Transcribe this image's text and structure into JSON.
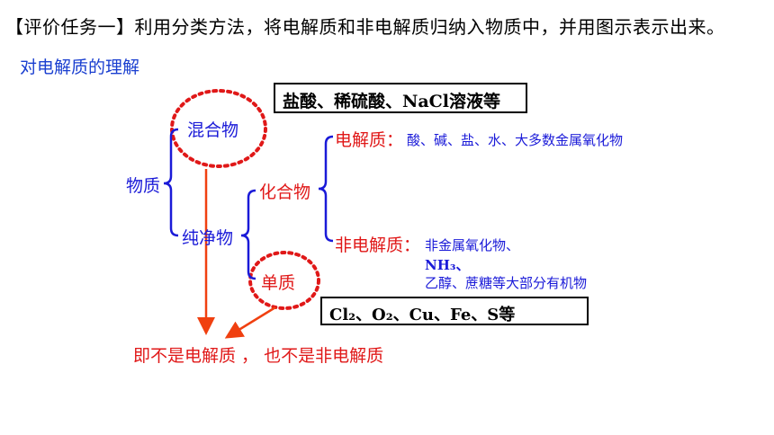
{
  "task_text": "【评价任务一】利用分类方法，将电解质和非电解质归纳入物质中，并用图示表示出来。",
  "subtitle": "对电解质的理解",
  "nodes": {
    "substance": "物质",
    "mixture": "混合物",
    "pure": "纯净物",
    "compound": "化合物",
    "element": "单质",
    "electrolyte": "电解质：",
    "electrolyte_examples": "酸、碱、盐、水、大多数金属氧化物",
    "nonelectrolyte": "非电解质：",
    "nonelectrolyte_line1": "非金属氧化物、",
    "nonelectrolyte_line2": "NH₃、",
    "nonelectrolyte_line3": "乙醇、蔗糖等大部分有机物"
  },
  "boxes": {
    "mixture_examples": "盐酸、稀硫酸、NaCl溶液等",
    "element_examples": "Cl₂、O₂、Cu、Fe、S等"
  },
  "conclusion": "即不是电解质 ， 也不是非电解质",
  "colors": {
    "blue": "#1a1ad8",
    "red": "#e01818",
    "arrow": "#f04010",
    "circle": "#e01818"
  }
}
